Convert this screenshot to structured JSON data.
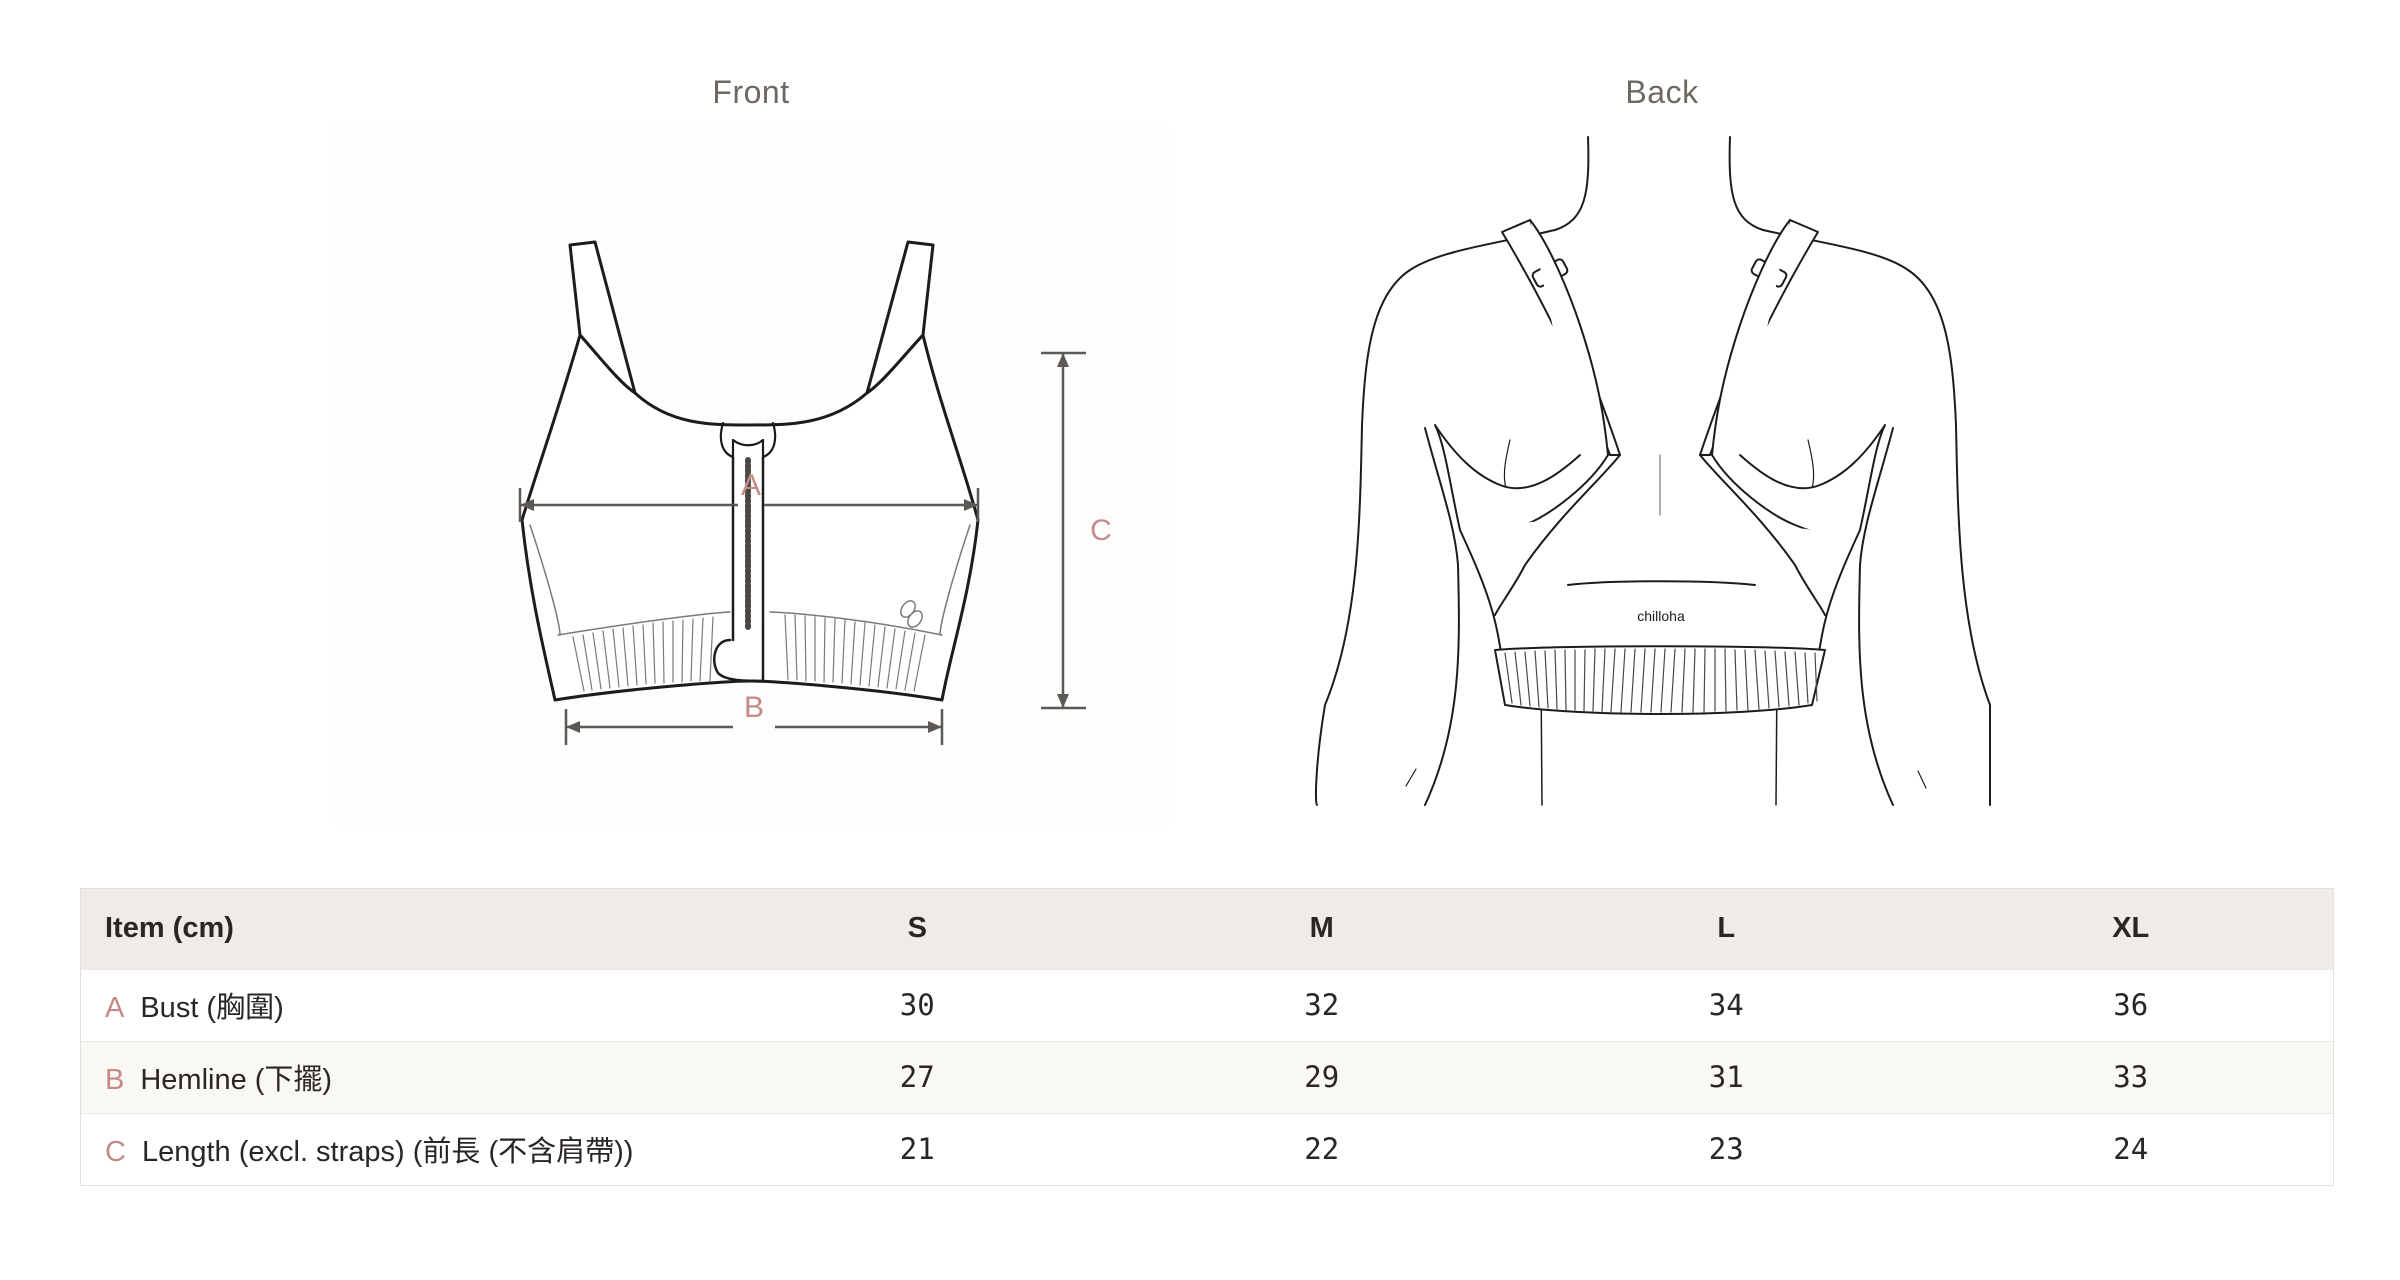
{
  "views": {
    "front_label": "Front",
    "back_label": "Back"
  },
  "front_diagram": {
    "markers": {
      "a": "A",
      "b": "B",
      "c": "C"
    },
    "marker_color": "#c48a86",
    "line_color": "#5c5955"
  },
  "back_diagram": {
    "brand_text": "chilloha"
  },
  "table": {
    "header": {
      "item": "Item (cm)",
      "sizes": [
        "S",
        "M",
        "L",
        "XL"
      ]
    },
    "rows": [
      {
        "letter": "A",
        "label": "Bust (胸圍)",
        "values": [
          "30",
          "32",
          "34",
          "36"
        ]
      },
      {
        "letter": "B",
        "label": "Hemline (下擺)",
        "values": [
          "27",
          "29",
          "31",
          "33"
        ]
      },
      {
        "letter": "C",
        "label": "Length (excl. straps) (前長 (不含肩帶))",
        "values": [
          "21",
          "22",
          "23",
          "24"
        ]
      }
    ],
    "header_bg": "#efebe6",
    "letter_color": "#c48a86"
  }
}
